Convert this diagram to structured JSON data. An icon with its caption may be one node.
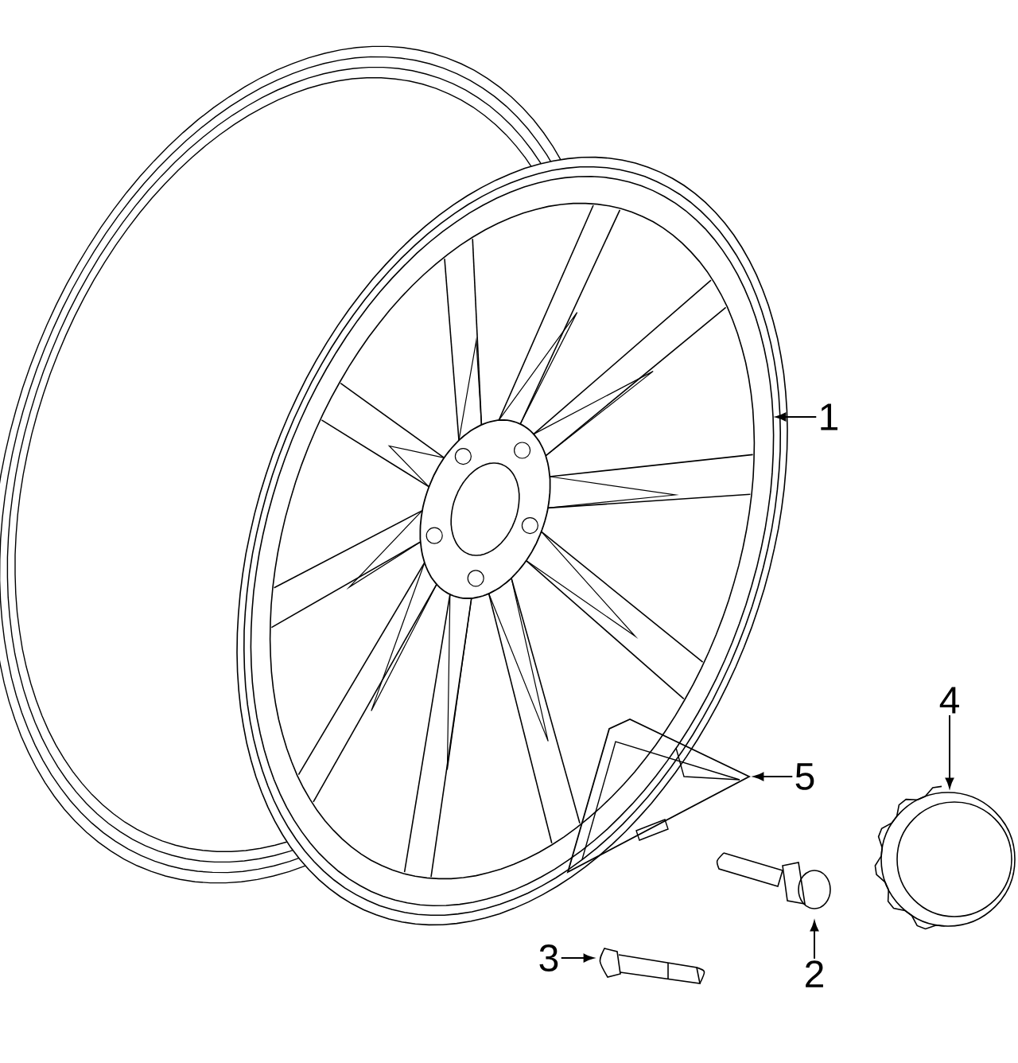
{
  "diagram": {
    "nodes": [
      {
        "text": [
          "1"
        ]
      },
      {
        "text": [],
        "shape": "picture"
      },
      {
        "text": [
          "4"
        ]
      },
      {
        "text": [],
        "shape": "picture"
      },
      {
        "text": [
          "5"
        ]
      },
      {
        "text": [],
        "shape": "picture"
      },
      {
        "text": [
          "3"
        ]
      },
      {
        "text": [],
        "shape": "picture"
      },
      {
        "text": [
          "2"
        ]
      },
      {
        "text": [],
        "shape": "picture"
      }
    ],
    "edges": [
      {
        "from": 0,
        "to": 1,
        "arrow": "to"
      },
      {
        "from": 2,
        "to": 3,
        "arrow": "to"
      },
      {
        "from": 4,
        "to": 5,
        "arrow": "to"
      },
      {
        "from": 6,
        "to": 7,
        "arrow": "to"
      },
      {
        "from": 8,
        "to": 9,
        "arrow": "to"
      }
    ]
  }
}
